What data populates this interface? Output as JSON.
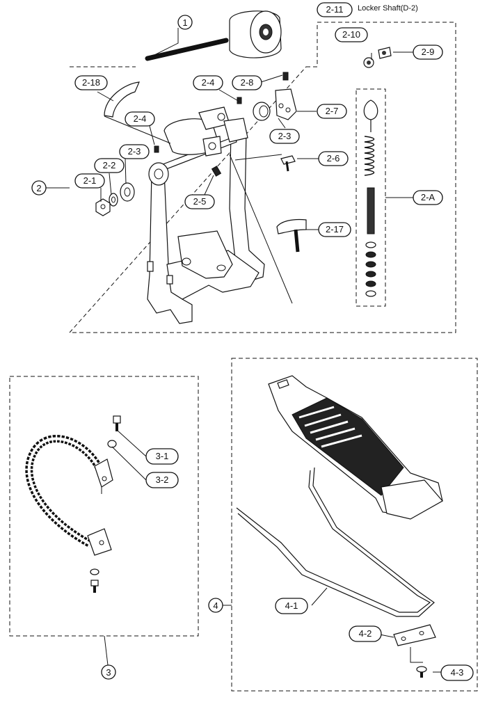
{
  "header": {
    "part_ref": "2-11",
    "caption": "Locker Shaft(D-2)"
  },
  "callouts": {
    "c1": "1",
    "c2": "2",
    "c3": "3",
    "c4": "4",
    "c2_1": "2-1",
    "c2_2": "2-2",
    "c2_3a": "2-3",
    "c2_3b": "2-3",
    "c2_4a": "2-4",
    "c2_4b": "2-4",
    "c2_5": "2-5",
    "c2_6": "2-6",
    "c2_7": "2-7",
    "c2_8": "2-8",
    "c2_9": "2-9",
    "c2_10": "2-10",
    "c2_17": "2-17",
    "c2_18": "2-18",
    "c2_A": "2-A",
    "c3_1": "3-1",
    "c3_2": "3-2",
    "c4_1": "4-1",
    "c4_2": "4-2",
    "c4_3": "4-3"
  },
  "icons": [
    "beater-icon",
    "pedal-frame-icon",
    "spring-icon",
    "chain-icon",
    "footboard-icon",
    "rod-icon",
    "screw-icon"
  ]
}
